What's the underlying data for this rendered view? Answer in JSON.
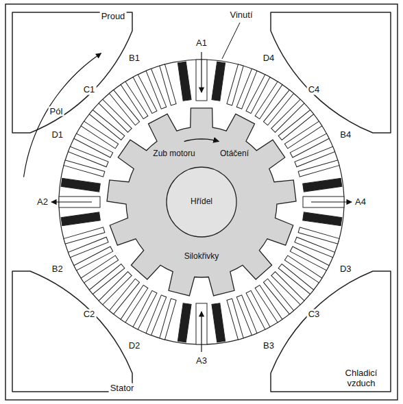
{
  "diagram": {
    "nodes": [
      {
        "text": [
          "Zub motoru",
          "Otáčení",
          "Silokřivky"
        ]
      },
      {
        "text": [
          "Hřídel"
        ],
        "in": 0
      }
    ],
    "labels": [
      "Proud",
      "Vinutí",
      "Pól",
      "A1",
      "B1",
      "C1",
      "D1",
      "A2",
      "B2",
      "C2",
      "D2",
      "A3",
      "B3",
      "C3",
      "D3",
      "A4",
      "B4",
      "C4",
      "D4",
      "Stator",
      "Chladicí vzduch"
    ]
  }
}
